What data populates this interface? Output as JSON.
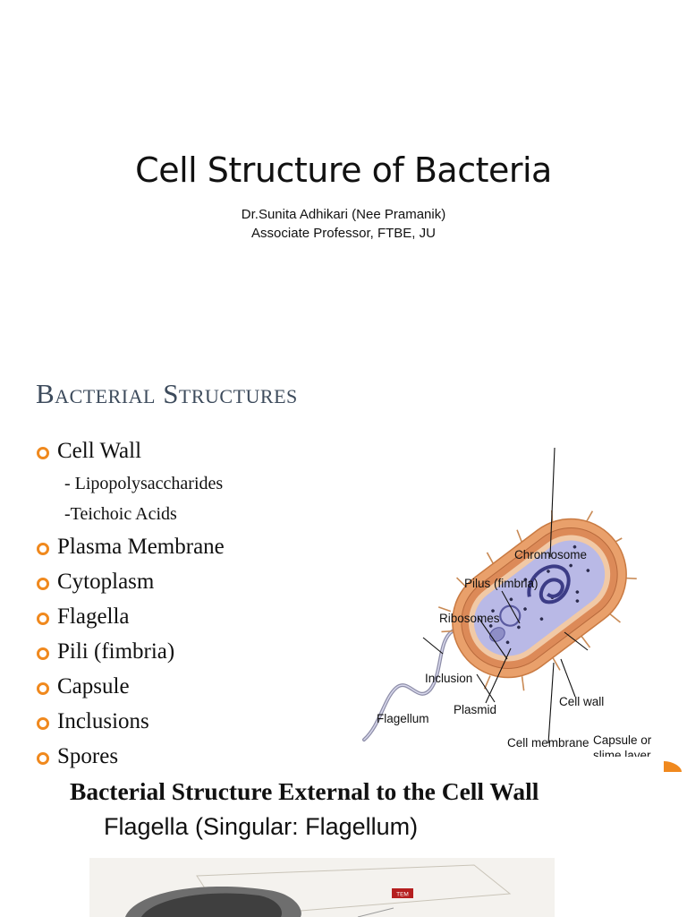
{
  "slide1": {
    "title": "Cell Structure of Bacteria",
    "author": "Dr.Sunita Adhikari (Nee Pramanik)",
    "position": "Associate Professor, FTBE, JU"
  },
  "slide2": {
    "heading": "Bacterial Structures",
    "bullets": [
      {
        "text": "Cell Wall",
        "level": 1
      },
      {
        "text": "- Lipopolysaccharides",
        "level": 2
      },
      {
        "text": "-Teichoic Acids",
        "level": 2
      },
      {
        "text": "Plasma Membrane",
        "level": 1
      },
      {
        "text": "Cytoplasm",
        "level": 1
      },
      {
        "text": "Flagella",
        "level": 1
      },
      {
        "text": "Pili (fimbria)",
        "level": 1
      },
      {
        "text": "Capsule",
        "level": 1
      },
      {
        "text": "Inclusions",
        "level": 1
      },
      {
        "text": "Spores",
        "level": 1
      }
    ],
    "diagram_labels": {
      "chromosome": "Chromosome",
      "pilus": "Pilus (fimbria)",
      "ribosomes": "Ribosomes",
      "inclusion": "Inclusion",
      "flagellum": "Flagellum",
      "capsule_1": "Capsule or",
      "capsule_2": "slime layer",
      "cell_wall": "Cell wall",
      "plasmid": "Plasmid",
      "cell_membrane": "Cell membrane"
    },
    "bullet_color": "#f0891e",
    "heading_color": "#3d4b5c"
  },
  "slide3": {
    "title": "Bacterial Structure External to the Cell Wall",
    "subtitle": "Flagella (Singular: Flagellum)",
    "badge": "TEM",
    "badge_color": "#b51f1f"
  },
  "colors": {
    "accent": "#f0891e",
    "capsule": "#e9a06b",
    "cytoplasm": "#b9b9e6"
  }
}
